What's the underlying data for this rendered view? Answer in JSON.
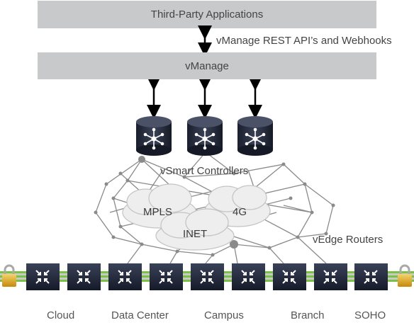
{
  "header": {
    "title": "Third-Party Applications"
  },
  "api": {
    "label": "vManage REST API’s and Webhooks"
  },
  "vmanage": {
    "label": "vManage"
  },
  "controllers": {
    "label": "vSmart Controllers",
    "count": 3
  },
  "clouds": {
    "mpls": "MPLS",
    "fourg": "4G",
    "inet": "INET"
  },
  "routers": {
    "label": "vEdge Routers",
    "count": 9
  },
  "sites": [
    "Cloud",
    "Data Center",
    "Campus",
    "Branch",
    "SOHO"
  ],
  "colors": {
    "bar": "#c8c9cb",
    "router": "#1f2537",
    "link_green": "#7cc242",
    "lock": "#e6b21a",
    "mesh": "#8a8a8a"
  }
}
